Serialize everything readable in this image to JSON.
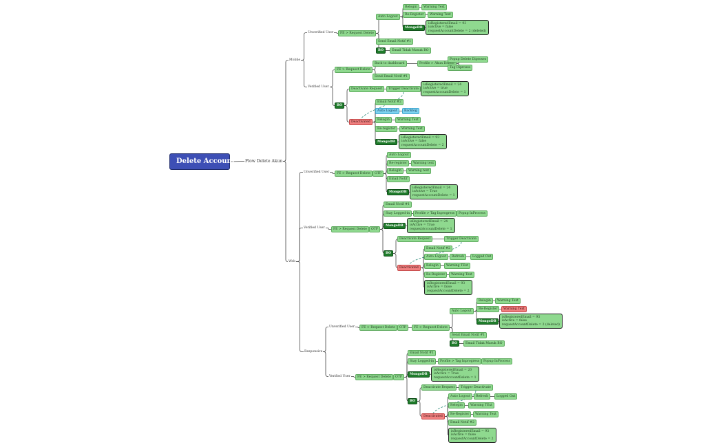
{
  "colors": {
    "root": "#3d4fb5",
    "node": "#8fd98f",
    "db": "#1e7b2a",
    "deactivated": "#f08080",
    "backlog": "#7fd3f0",
    "connector": "#444444",
    "dashed": "#2e8b7a"
  },
  "root": "Delete Account",
  "flow": "Flow Delete Akun",
  "mobile": {
    "label": "Mobile",
    "unverified": {
      "label": "Unverified User",
      "fe": "FE > Request Delete",
      "auto_logout": "Auto Logout",
      "relogin": "Relogin",
      "relogin_warn": "Warning Text",
      "reregister": "Re-Register",
      "reregister_warn": "Warning Text",
      "mongo": "MongoDB",
      "mongo_values": [
        "isRegisteredEmail = 93",
        "isActive = false",
        "requestAccountDelete = 2 (deleted)"
      ],
      "send_email": "Send Email Notif #1",
      "bo": "BO",
      "bo_email": "Email Tidak Masuk BO"
    },
    "verified": {
      "label": "Verified User",
      "fe": "FE > Request Delete",
      "back": "Back to dashboard",
      "profile": "Profile > Akun Delete",
      "popup": "Popup Delete Diproses",
      "tag": "Tag Diproses",
      "send_email": "Send Email Notif #1",
      "bo": "BO",
      "deactivate_request": "Deactivate Request",
      "trigger": "Trigger Deactivate",
      "trigger_values": [
        "isRegisteredEmail = 24",
        "isActive = true",
        "requestAccountDelete = 1"
      ],
      "deactivated": "Deactivated",
      "email2": "Email Notif #2",
      "auto_logout": "Auto Logout",
      "backlog": "Backlog",
      "relogin": "Relogin",
      "relogin_warn": "Warning Text",
      "reregister": "Re-register",
      "reregister_warn": "Warning Text",
      "mongo": "MongoDB",
      "mongo_values": [
        "isRegisteredEmail = 93",
        "isActive = false",
        "requestAccountDelete = 2"
      ]
    }
  },
  "web": {
    "label": "Web",
    "unverified": {
      "label": "Unverified User",
      "fe": "FE > Request Delete",
      "otp": "OTP",
      "auto_logout": "Auto Logout",
      "reregister": "Re-register",
      "reregister_warn": "Warning text",
      "relogin": "Relogin",
      "relogin_warn": "Warning text",
      "email": "Email Notif",
      "mongo": "MongoDB",
      "mongo_values": [
        "isRegisteredEmail = 24",
        "isActive = True",
        "requestAccountDelete = 1"
      ]
    },
    "verified": {
      "label": "Verified User",
      "fe": "FE > Request Delete",
      "otp": "OTP",
      "email1": "Email Notif #1",
      "stay": "Stay Logged-in",
      "profile": "Profile > Tag Inprogress",
      "popup": "Popup InProcess",
      "mongo": "MongoDB",
      "mongo_values": [
        "isRegisteredEmail = 24",
        "isActive = True",
        "requestAccountDelete = 1"
      ],
      "bo": "BO",
      "deactivate_request": "Deactivate Request",
      "trigger": "Trigger Deactivate",
      "deactivated": "Deactivated",
      "email2": "Email Notif #2",
      "auto_logout": "Auto Logout",
      "refresh": "Refresh",
      "logged_out": "Logged Out",
      "relogin": "Relogin",
      "relogin_warn": "Warning TExt",
      "reregister": "Re-Register",
      "reregister_warn": "Warning Text",
      "final_values": [
        "isRegisteredEmail = 93",
        "isActive = false",
        "requestAccountDelete = 2"
      ]
    }
  },
  "responsive": {
    "label": "Responsive",
    "unverified": {
      "label": "Unverified User",
      "fe": "FE > Request Delete",
      "otp": "OTP",
      "fe2": "FE > Request Delete",
      "auto_logout": "Auto Logout",
      "relogin": "Relogin",
      "relogin_warn": "Warning Text",
      "reregister": "Re-Register",
      "reregister_warn": "Warning Text",
      "mongo": "MongoDB",
      "mongo_values": [
        "isRegisteredEmail = 93",
        "isActive = false",
        "requestAccountDelete = 2 (deleted)"
      ],
      "send_email": "Send Email Notif #1",
      "bo": "BO",
      "bo_email": "Email Tidak Masuk BO"
    },
    "verified": {
      "label": "Verified User",
      "fe": "FE > Request Delete",
      "otp": "OTP",
      "email1": "Email Notif #1",
      "stay": "Stay Logged-in",
      "profile": "Profile > Tag Inprogress",
      "popup": "Popup InProcess",
      "mongo": "MongoDB",
      "mongo_values": [
        "isRegisteredEmail = 20",
        "isActive = True",
        "requestAccountDelete = 1"
      ],
      "bo": "BO",
      "deactivate_request": "Deactivate Request",
      "trigger": "Trigger Deactivate",
      "deactivated": "Deactivated",
      "auto_logout": "Auto Logout",
      "refresh": "Refresh",
      "logged_out": "Logged Out",
      "relogin": "Relogin",
      "relogin_warn": "Warning TExt",
      "reregister": "Re-Register",
      "reregister_warn": "Warning Text",
      "email2": "Email Notif #2",
      "final_values": [
        "isRegisteredEmail = 93",
        "isActive = false",
        "requestAccountDelete = 2"
      ]
    }
  }
}
